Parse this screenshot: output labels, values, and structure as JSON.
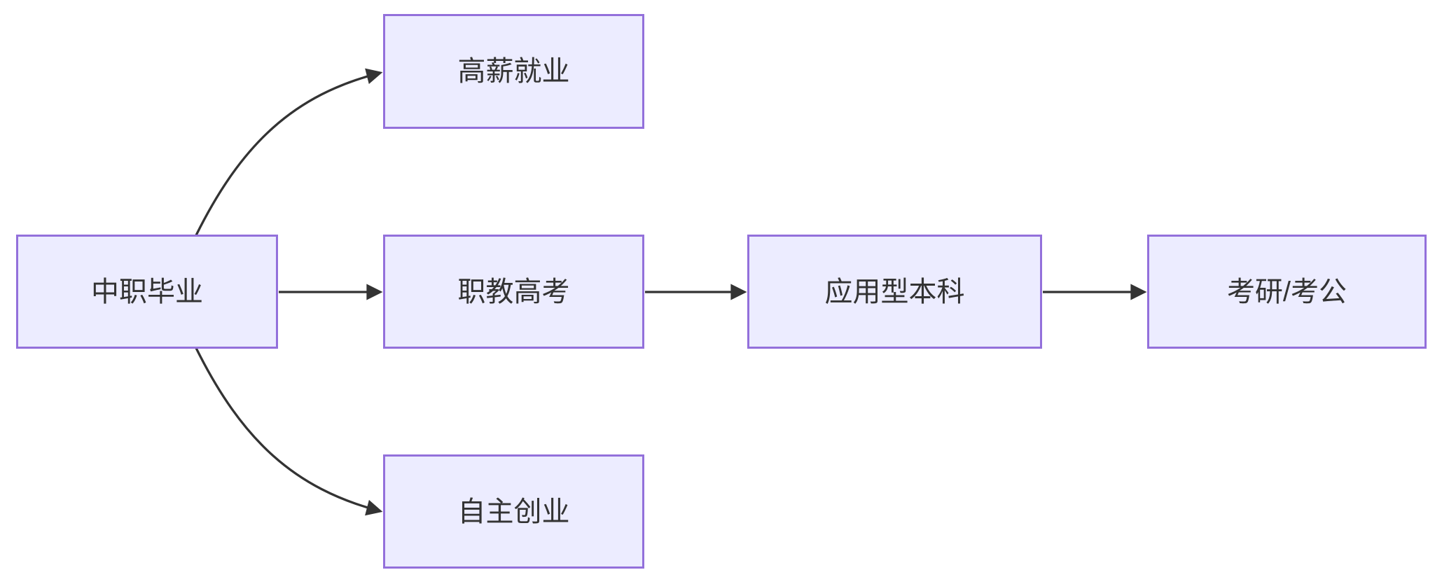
{
  "diagram": {
    "type": "flowchart",
    "direction": "left-to-right",
    "nodes": [
      {
        "id": "zhongzhi-biye",
        "label": "中职毕业"
      },
      {
        "id": "gaoxin-jiuye",
        "label": "高薪就业"
      },
      {
        "id": "zhijiao-gaokao",
        "label": "职教高考"
      },
      {
        "id": "zizhu-chuangye",
        "label": "自主创业"
      },
      {
        "id": "yingyongxing-benke",
        "label": "应用型本科"
      },
      {
        "id": "kaoyan-kaogong",
        "label": "考研/考公"
      }
    ],
    "edges": [
      {
        "from": "中职毕业",
        "to": "高薪就业",
        "style": "curved",
        "arrow": "filled-triangle"
      },
      {
        "from": "中职毕业",
        "to": "职教高考",
        "style": "straight",
        "arrow": "filled-triangle"
      },
      {
        "from": "中职毕业",
        "to": "自主创业",
        "style": "curved",
        "arrow": "filled-triangle"
      },
      {
        "from": "职教高考",
        "to": "应用型本科",
        "style": "straight",
        "arrow": "filled-triangle"
      },
      {
        "from": "应用型本科",
        "to": "考研/考公",
        "style": "straight",
        "arrow": "filled-triangle"
      }
    ],
    "colors": {
      "node_fill": "#ECECFF",
      "node_border": "#9370DB",
      "edge_stroke": "#333333",
      "label_text": "#333333",
      "background": "#FFFFFF"
    }
  }
}
